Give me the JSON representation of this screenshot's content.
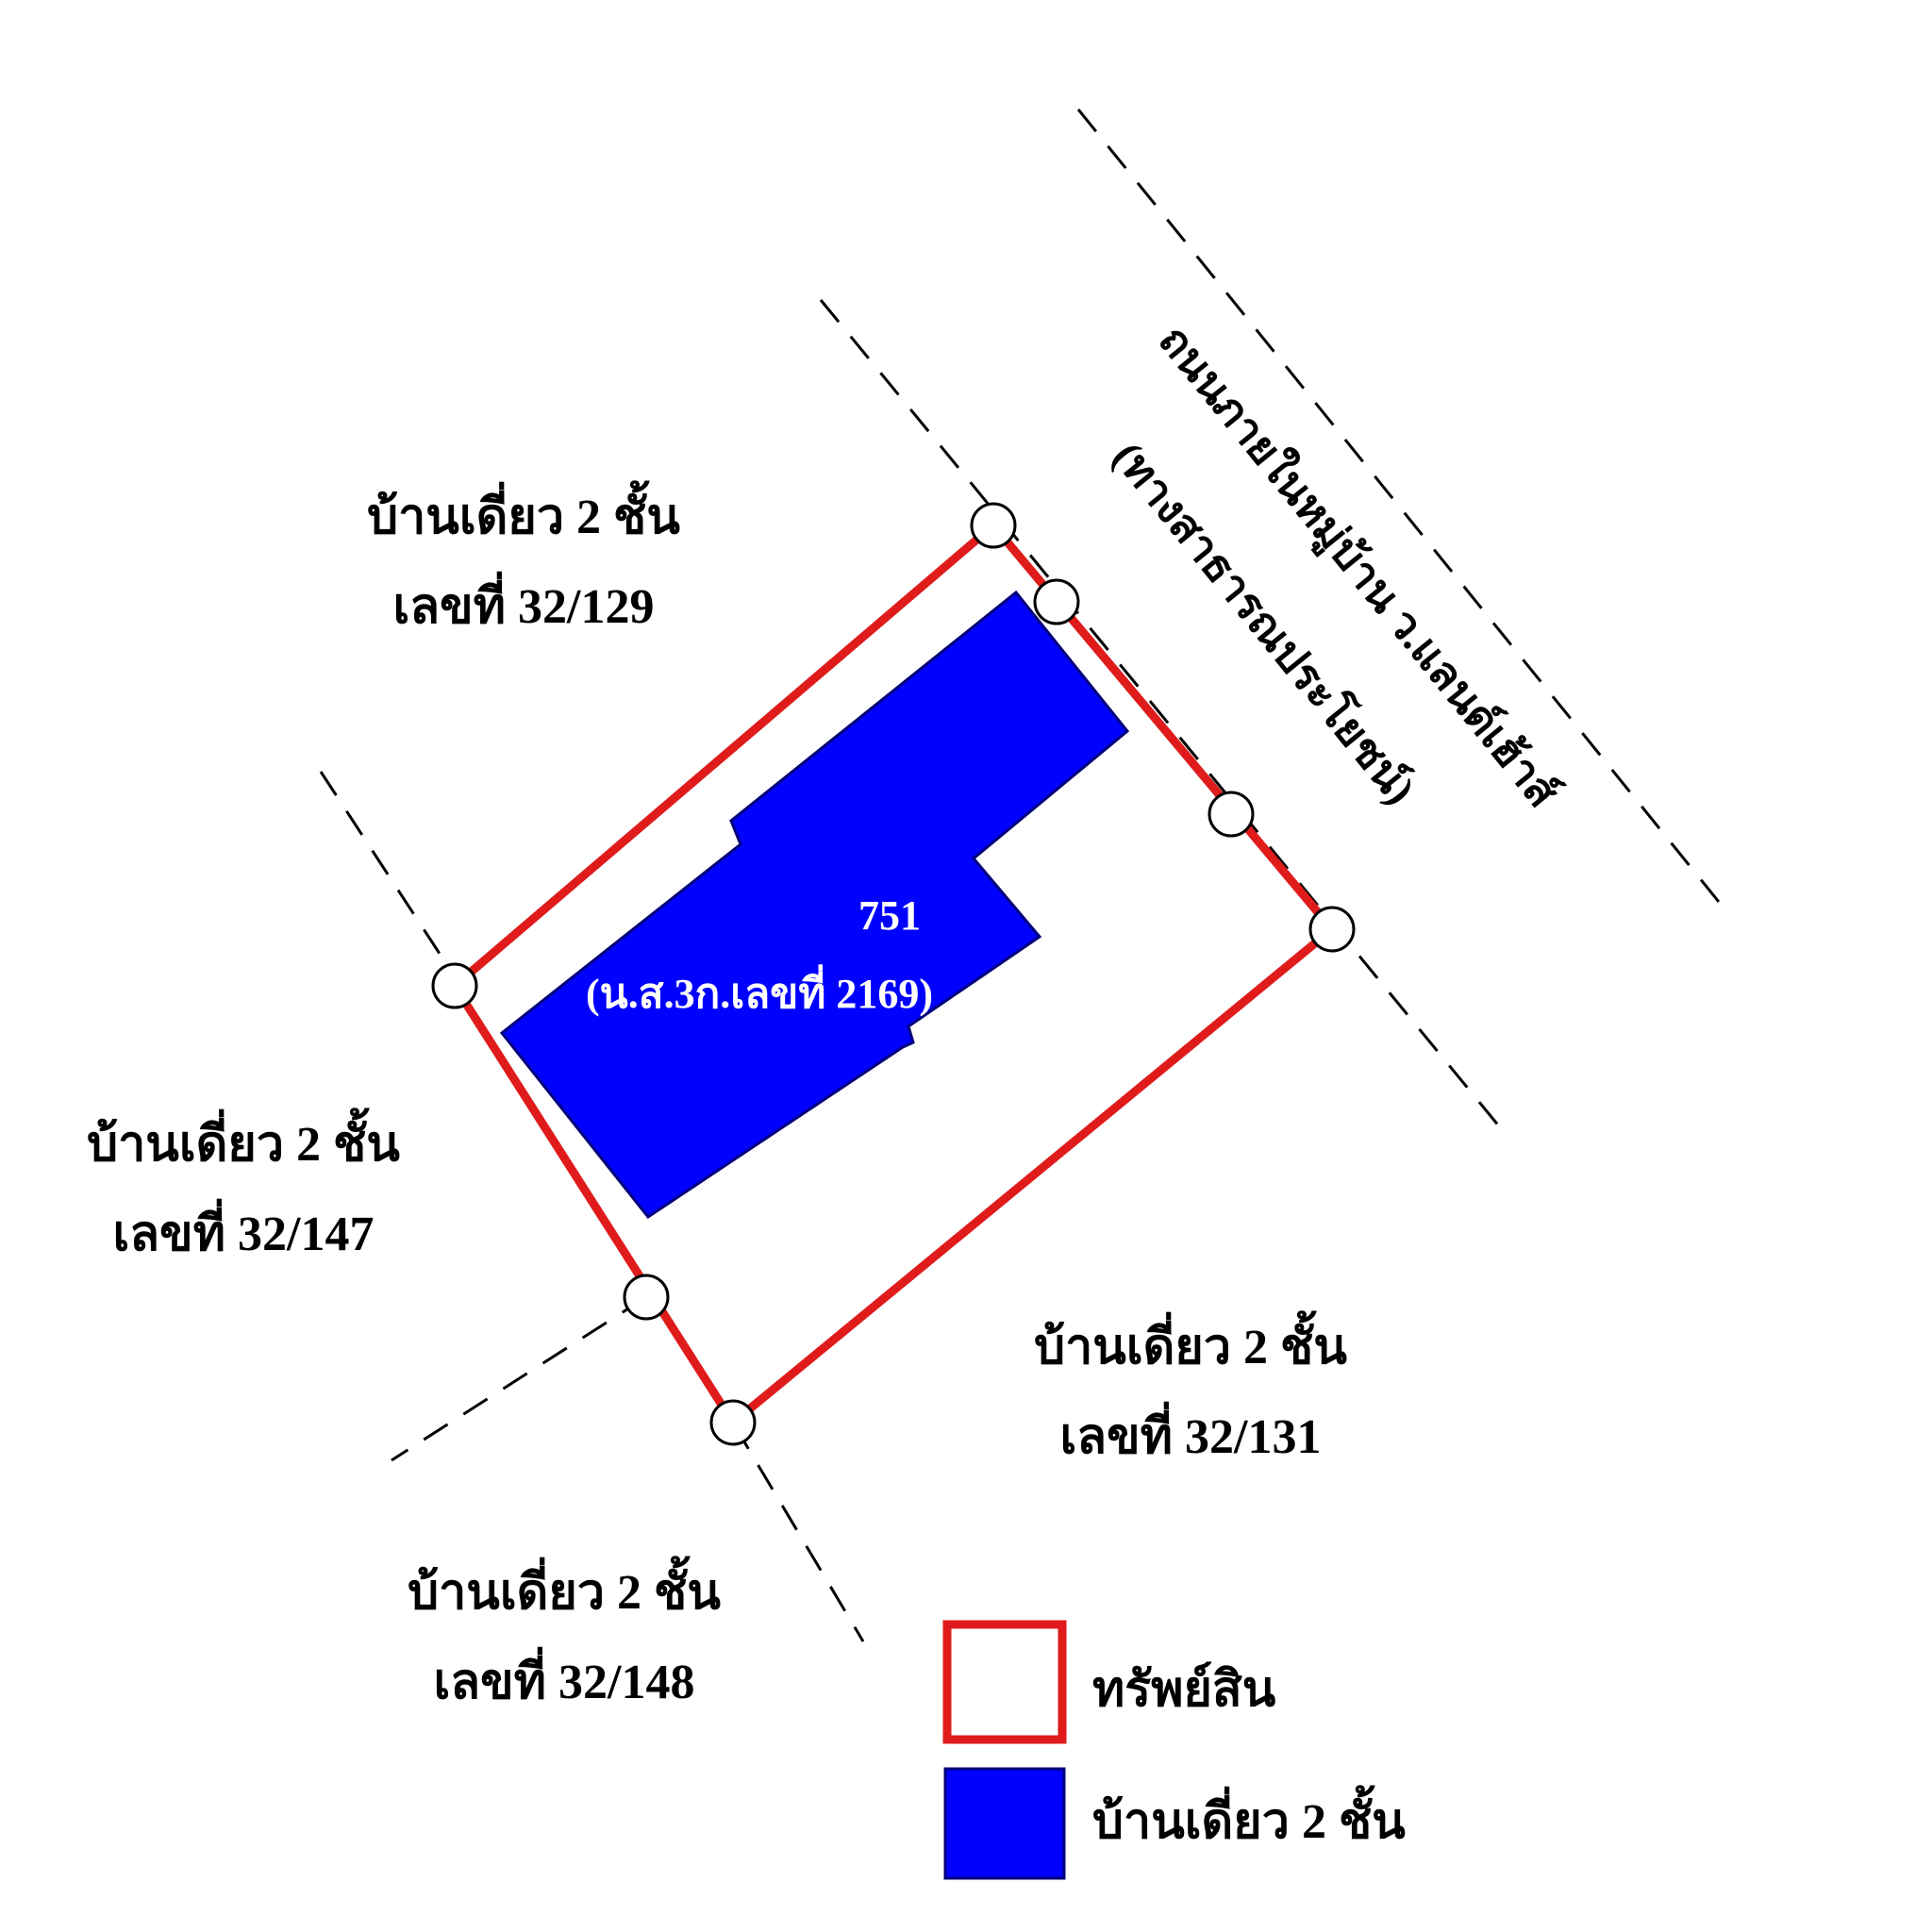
{
  "road": {
    "line1": "ถนนภายในหมู่บ้าน ว.แลนด์เฮ้าส์",
    "line2": "(ทางสาธารณประโยชน์)"
  },
  "neighbors": {
    "top_left": {
      "line1": "บ้านเดี่ยว 2 ชั้น",
      "line2": "เลขที่ 32/129"
    },
    "left": {
      "line1": "บ้านเดี่ยว 2 ชั้น",
      "line2": "เลขที่ 32/147"
    },
    "bottom_right": {
      "line1": "บ้านเดี่ยว 2 ชั้น",
      "line2": "เลขที่ 32/131"
    },
    "bottom": {
      "line1": "บ้านเดี่ยว 2 ชั้น",
      "line2": "เลขที่ 32/148"
    }
  },
  "property": {
    "house_number": "751",
    "deed": "(น.ส.3ก.เลขที่ 2169)"
  },
  "legend": {
    "parcel_label": "ทรัพย์สิน",
    "house_label": "บ้านเดี่ยว 2 ชั้น"
  },
  "colors": {
    "parcel_border": "#e01b1b",
    "house_fill": "#0000ff",
    "house_stroke": "#00007a",
    "marker_fill": "#ffffff",
    "marker_stroke": "#000000",
    "dashed_line": "#000000"
  }
}
